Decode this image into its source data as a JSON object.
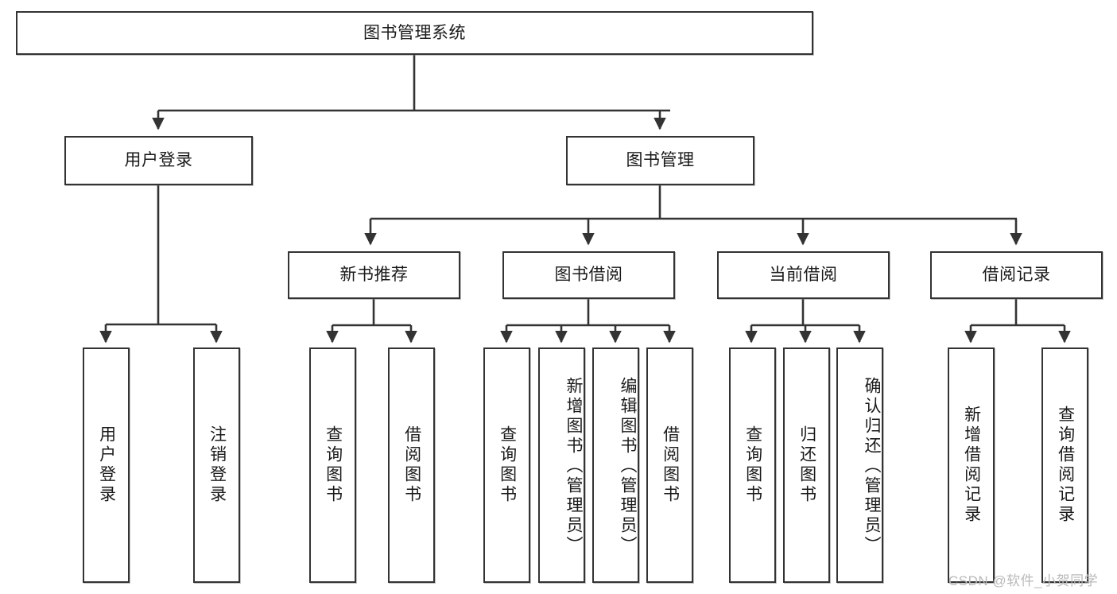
{
  "diagram": {
    "type": "tree",
    "title": "图书管理系统",
    "watermark": "CSDN @软件_小贺同学",
    "colors": {
      "box_border": "#333333",
      "box_fill": "#ffffff",
      "edge": "#333333",
      "text": "#1a1a1a",
      "watermark": "#b9b9b9"
    },
    "nodes": {
      "root": {
        "label": "图书管理系统"
      },
      "level2": [
        {
          "id": "user-login",
          "label": "用户登录"
        },
        {
          "id": "book-manage",
          "label": "图书管理"
        }
      ],
      "level3": [
        {
          "id": "new-book-recommend",
          "label": "新书推荐"
        },
        {
          "id": "book-borrow",
          "label": "图书借阅"
        },
        {
          "id": "current-borrow",
          "label": "当前借阅"
        },
        {
          "id": "borrow-record",
          "label": "借阅记录"
        }
      ],
      "leaves": {
        "user-login": [
          {
            "id": "leaf-user-login",
            "label": "用户登录"
          },
          {
            "id": "leaf-logout-login",
            "label": "注销登录"
          }
        ],
        "new-book-recommend": [
          {
            "id": "leaf-query-book-1",
            "label": "查询图书"
          },
          {
            "id": "leaf-borrow-book-1",
            "label": "借阅图书"
          }
        ],
        "book-borrow": [
          {
            "id": "leaf-query-book-2",
            "label": "查询图书"
          },
          {
            "id": "leaf-add-book",
            "label": "新增图书（管理员）"
          },
          {
            "id": "leaf-edit-book",
            "label": "编辑图书（管理员）"
          },
          {
            "id": "leaf-borrow-book-2",
            "label": "借阅图书"
          }
        ],
        "current-borrow": [
          {
            "id": "leaf-query-book-3",
            "label": "查询图书"
          },
          {
            "id": "leaf-return-book",
            "label": "归还图书"
          },
          {
            "id": "leaf-confirm-return",
            "label": "确认归还（管理员）"
          }
        ],
        "borrow-record": [
          {
            "id": "leaf-add-record",
            "label": "新增借阅记录"
          },
          {
            "id": "leaf-query-record",
            "label": "查询借阅记录"
          }
        ]
      }
    }
  }
}
